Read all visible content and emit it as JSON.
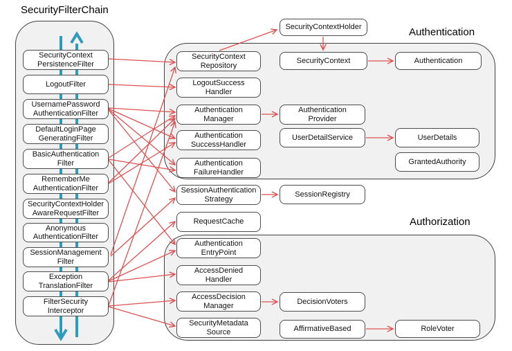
{
  "containers": {
    "filter_chain": {
      "label": "SecurityFilterChain"
    },
    "authentication": {
      "label": "Authentication"
    },
    "authorization": {
      "label": "Authorization"
    }
  },
  "colors": {
    "arrow_red": "#de5050",
    "flow_teal": "#2d9cbc",
    "container_fill": "#f1f1f2",
    "box_border": "#4a4a4a"
  },
  "nodes": [
    {
      "id": "scpf",
      "label": "SecurityContext\nPersistenceFilter"
    },
    {
      "id": "logout",
      "label": "LogoutFilter"
    },
    {
      "id": "upaf",
      "label": "UsernamePassword\nAuthenticationFilter"
    },
    {
      "id": "dlpgf",
      "label": "DefaultLoginPage\nGeneratingFilter"
    },
    {
      "id": "basic",
      "label": "BasicAuthentication\nFilter"
    },
    {
      "id": "rmaf",
      "label": "RememberMe\nAuthenticationFilter"
    },
    {
      "id": "scharf",
      "label": "SecurityContextHolder\nAwareRequestFilter"
    },
    {
      "id": "anon",
      "label": "Anonymous\nAuthenticationFilter"
    },
    {
      "id": "smf",
      "label": "SessionManagement\nFilter"
    },
    {
      "id": "etf",
      "label": "Exception\nTranslationFilter"
    },
    {
      "id": "fsi",
      "label": "FilterSecurity\nInterceptor"
    },
    {
      "id": "sch",
      "label": "SecurityContextHolder"
    },
    {
      "id": "scr",
      "label": "SecurityContext\nRepository"
    },
    {
      "id": "lsh",
      "label": "LogoutSuccess\nHandler"
    },
    {
      "id": "am",
      "label": "Authentication\nManager"
    },
    {
      "id": "ash",
      "label": "Authentication\nSuccessHandler"
    },
    {
      "id": "afh",
      "label": "Authentication\nFailureHandler"
    },
    {
      "id": "sas",
      "label": "SessionAuthentication\nStrategy"
    },
    {
      "id": "rc",
      "label": "RequestCache"
    },
    {
      "id": "sc",
      "label": "SecurityContext"
    },
    {
      "id": "auth",
      "label": "Authentication"
    },
    {
      "id": "ap",
      "label": "Authentication\nProvider"
    },
    {
      "id": "uds",
      "label": "UserDetailService"
    },
    {
      "id": "ud",
      "label": "UserDetails"
    },
    {
      "id": "ga",
      "label": "GrantedAuthority"
    },
    {
      "id": "sreg",
      "label": "SessionRegistry"
    },
    {
      "id": "aep",
      "label": "Authentication\nEntryPoint"
    },
    {
      "id": "adh",
      "label": "AccessDenied\nHandler"
    },
    {
      "id": "adm",
      "label": "AccessDecision\nManager"
    },
    {
      "id": "sms",
      "label": "SecurityMetadata\nSource"
    },
    {
      "id": "dv",
      "label": "DecisionVoters"
    },
    {
      "id": "ab",
      "label": "AffirmativeBased"
    },
    {
      "id": "rv",
      "label": "RoleVoter"
    }
  ],
  "edges": [
    {
      "from": "scpf",
      "to": "scr"
    },
    {
      "from": "logout",
      "to": "lsh"
    },
    {
      "from": "upaf",
      "to": "am"
    },
    {
      "from": "upaf",
      "to": "ash"
    },
    {
      "from": "upaf",
      "to": "afh"
    },
    {
      "from": "upaf",
      "to": "sas"
    },
    {
      "from": "basic",
      "to": "am"
    },
    {
      "from": "basic",
      "to": "afh"
    },
    {
      "from": "basic",
      "to": "aep"
    },
    {
      "from": "rmaf",
      "to": "am"
    },
    {
      "from": "rmaf",
      "to": "ash"
    },
    {
      "from": "smf",
      "to": "scr"
    },
    {
      "from": "smf",
      "to": "sas"
    },
    {
      "from": "etf",
      "to": "rc"
    },
    {
      "from": "etf",
      "to": "aep"
    },
    {
      "from": "etf",
      "to": "adh"
    },
    {
      "from": "fsi",
      "to": "am"
    },
    {
      "from": "fsi",
      "to": "adm"
    },
    {
      "from": "fsi",
      "to": "sms"
    },
    {
      "from": "scr",
      "to": "sch"
    },
    {
      "from": "sch",
      "to": "sc"
    },
    {
      "from": "sc",
      "to": "auth"
    },
    {
      "from": "am",
      "to": "ap"
    },
    {
      "from": "uds",
      "to": "ud"
    },
    {
      "from": "sas",
      "to": "sreg"
    },
    {
      "from": "adm",
      "to": "dv"
    },
    {
      "from": "ab",
      "to": "rv"
    }
  ]
}
